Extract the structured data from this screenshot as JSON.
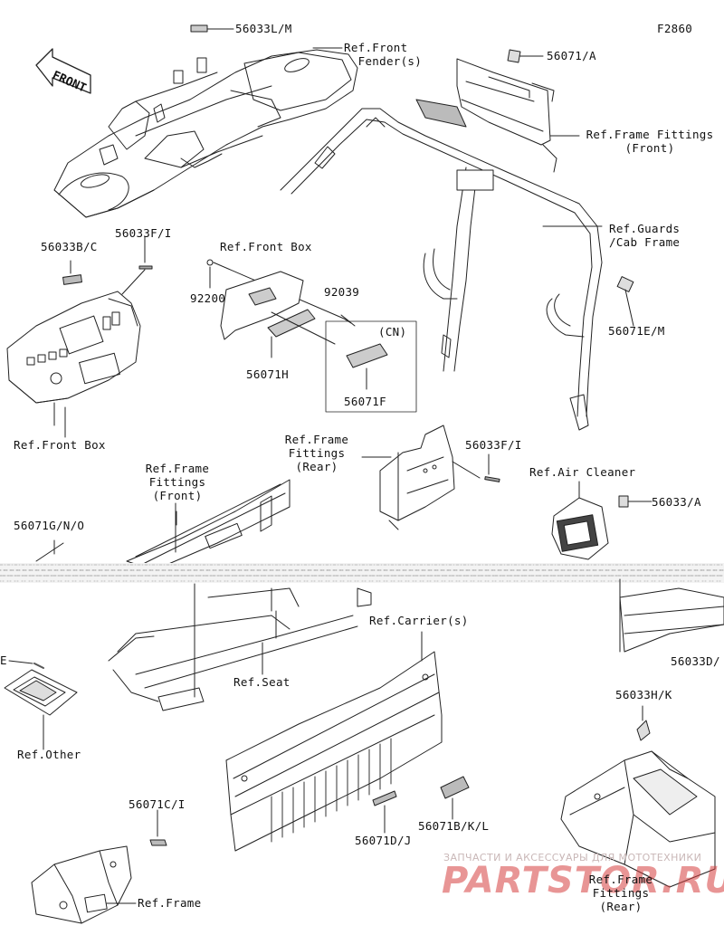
{
  "figure_code": "F2860",
  "front_arrow": "FRONT",
  "labels": {
    "l_56033lm": "56033L/M",
    "l_ref_front_fender": "Ref.Front\n  Fender(s)",
    "l_56071a": "56071/A",
    "l_ref_frame_fittings_front_top": "Ref.Frame Fittings\n(Front)",
    "l_ref_guards": "Ref.Guards\n/Cab Frame",
    "l_56033bc": "56033B/C",
    "l_56033fi_top": "56033F/I",
    "l_ref_front_box_top": "Ref.Front Box",
    "l_92200": "92200",
    "l_92039": "92039",
    "l_cn": "(CN)",
    "l_56071h": "56071H",
    "l_56071f": "56071F",
    "l_56071em": "56071E/M",
    "l_ref_front_box_bottom": "Ref.Front Box",
    "l_ref_frame_fittings_rear_mid": "Ref.Frame\nFittings\n(Rear)",
    "l_56033fi_mid": "56033F/I",
    "l_ref_air_cleaner": "Ref.Air Cleaner",
    "l_56033a": "56033/A",
    "l_ref_frame_fittings_front_mid": "Ref.Frame\nFittings\n(Front)",
    "l_56071gno": "56071G/N/O",
    "l_56033d": "56033D/",
    "l_ref_carriers": "Ref.Carrier(s)",
    "l_e": "E",
    "l_ref_seat": "Ref.Seat",
    "l_56033hk": "56033H/K",
    "l_ref_other": "Ref.Other",
    "l_56071ci": "56071C/I",
    "l_56071dj": "56071D/J",
    "l_56071bkl": "56071B/K/L",
    "l_ref_frame": "Ref.Frame",
    "l_ref_frame_fittings_rear_bottom": "Ref.Frame\nFittings\n(Rear)"
  },
  "watermark": {
    "line1": "ЗАПЧАСТИ И АКСЕССУАРЫ ДЛЯ МОТОТЕХНИКИ",
    "line2": "PARTSTOR.RU"
  }
}
